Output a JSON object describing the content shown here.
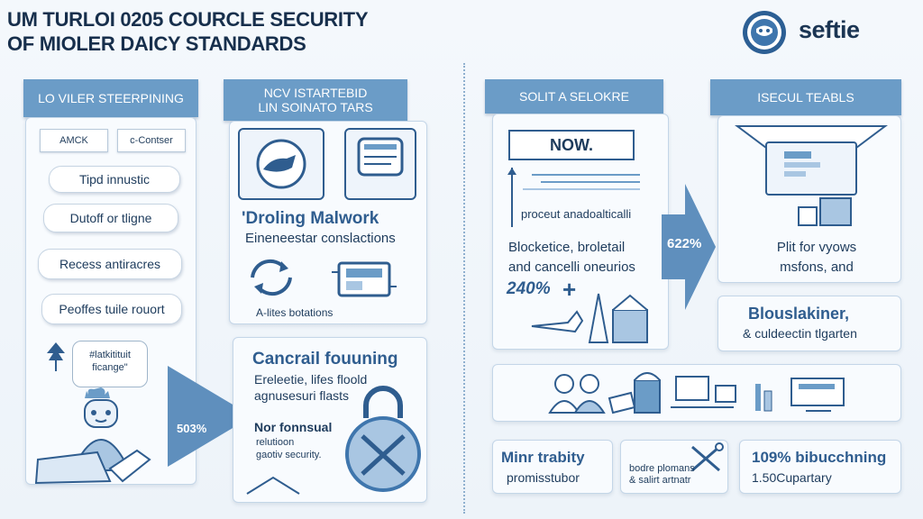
{
  "header": {
    "title_line1": "UM TURLOI 0205 COURCLE SECURITY",
    "title_line2": "OF MIOLER DAICY STANDARDS",
    "brand": "seftie"
  },
  "col1": {
    "head": "LO VILER STEERPINING",
    "tags": [
      "AMCK",
      "c-Contser"
    ],
    "pills": [
      "Tipd innustic",
      "Dutoff or tligne",
      "Recess antiracres",
      "Peoffes tuile rouort"
    ],
    "note": "#latkitituit ficange\"",
    "arrow_pct": "503%"
  },
  "col2": {
    "head_line1": "NCV ISTARTEBID",
    "head_line2": "LIN SOINATO TARS",
    "panel1_title": "'Droling Malwork",
    "panel1_sub": "Eineneestar conslactions",
    "panel1_caption": "A-lites botations",
    "panel2_title": "Cancrail fouuning",
    "panel2_line1": "Ereleetie, lifes floold",
    "panel2_line2": "agnusesuri flasts",
    "panel2_sub_title": "Nor fonnsual",
    "panel2_sub_line1": "relutioon",
    "panel2_sub_line2": "gaotiv security."
  },
  "col3": {
    "head": "SOLIT A SELOKRE",
    "now": "NOW.",
    "chart_label": "proceut anadoalticalli",
    "line1": "Blocketice, broletail",
    "line2": "and cancelli oneurios",
    "stat": "240%",
    "plus": "+",
    "arrow_pct": "622%"
  },
  "col4": {
    "head": "ISECUL TEABLS",
    "panel_line1": "Plit for vyows",
    "panel_line2": "msfons, and",
    "box_title": "Blouslakiner,",
    "box_sub": "& culdeectin tlgarten"
  },
  "bottom": {
    "card1_title": "Minr trabity",
    "card1_sub": "promisstubor",
    "card2_line1": "bodre plomans",
    "card2_line2": "& salirt artnatr",
    "card3_title": "109% bibucchning",
    "card3_sub": "1.50Cupartary"
  },
  "colors": {
    "accent": "#6b9cc7",
    "dark_text": "#172f4c",
    "panel_bg": "#f8fbfe",
    "arrow": "#5f8fbd"
  }
}
